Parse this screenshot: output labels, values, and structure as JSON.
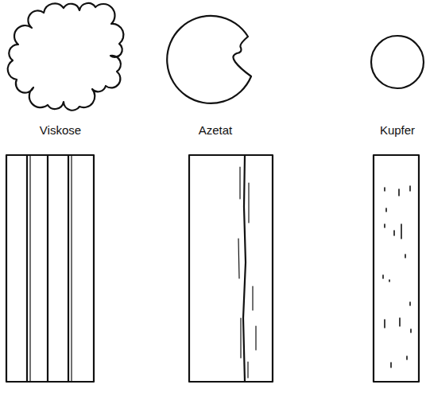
{
  "diagram": {
    "labels": [
      "Viskose",
      "Azetat",
      "Kupfer"
    ]
  }
}
